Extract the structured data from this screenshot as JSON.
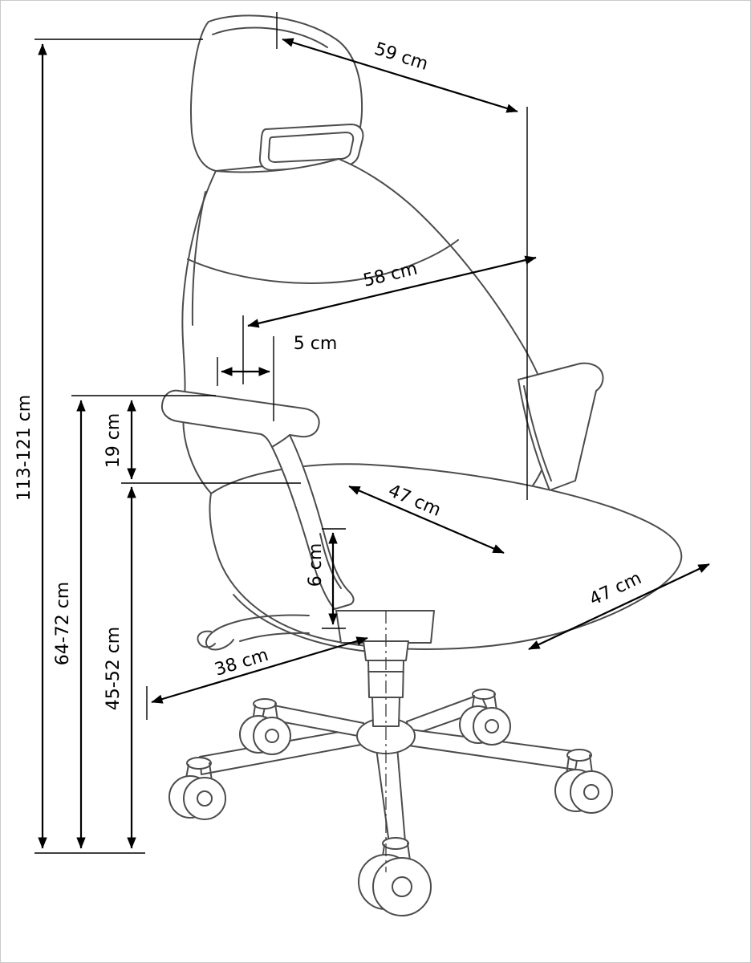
{
  "diagram": {
    "subject": "office-chair-dimension-drawing",
    "stroke_color": "#4c4c4c",
    "dimension_color": "#000000",
    "background": "#ffffff"
  },
  "dimensions": {
    "overall_height": "113-121 cm",
    "armrest_height": "64-72 cm",
    "armrest_above_seat": "19 cm",
    "seat_height": "45-52 cm",
    "top_width": "59 cm",
    "backrest_width": "58 cm",
    "armrest_inset": "5 cm",
    "seat_width": "47 cm",
    "seat_thickness": "6 cm",
    "seat_depth": "47 cm",
    "base_span": "38 cm"
  }
}
